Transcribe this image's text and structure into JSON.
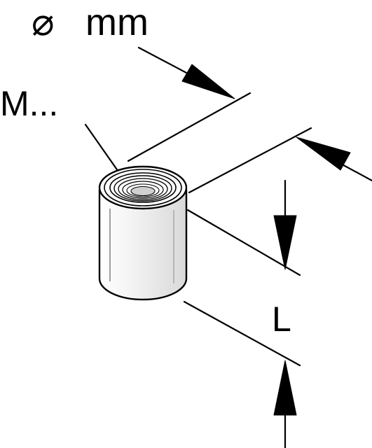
{
  "labels": {
    "diameter_symbol": "⌀",
    "diameter_unit": "mm",
    "thread": "M...",
    "length": "L"
  },
  "colors": {
    "line": "#000000",
    "background": "#ffffff",
    "sleeve_fill": "#ffffff"
  }
}
